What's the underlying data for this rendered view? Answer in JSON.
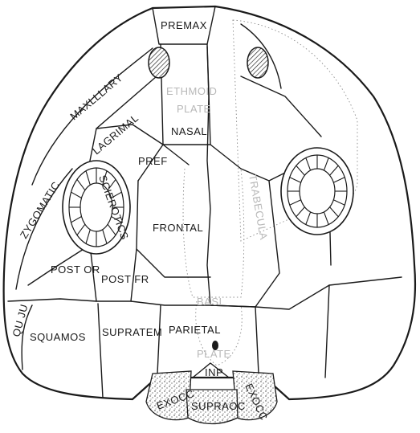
{
  "labels": {
    "premax": "PREMAX",
    "maxillary": "MAXLLLARY",
    "lagrimal": "LAGRIMAL",
    "ethmoid": "ETHMOID",
    "plate": "PLATE",
    "nasal": "NASAL",
    "pref": "PREF",
    "scierotics": "SCIEROTICS",
    "zygomatic": "ZYGOMATIC",
    "frontal": "FRONTAL",
    "trabecula": "TRABECULA",
    "postor": "POST OR",
    "postfr": "POST FR",
    "basi": "BASI",
    "quju": "QU JU",
    "squamos": "SQUAMOS",
    "supratem": "SUPRATEM",
    "parietal": "PARIETAL",
    "plate_lower": "PLATE",
    "inp": "INP",
    "supraoc": "SUPRAOC",
    "exocc_left": "EXOCC",
    "exocc_right": "EXOCC"
  }
}
